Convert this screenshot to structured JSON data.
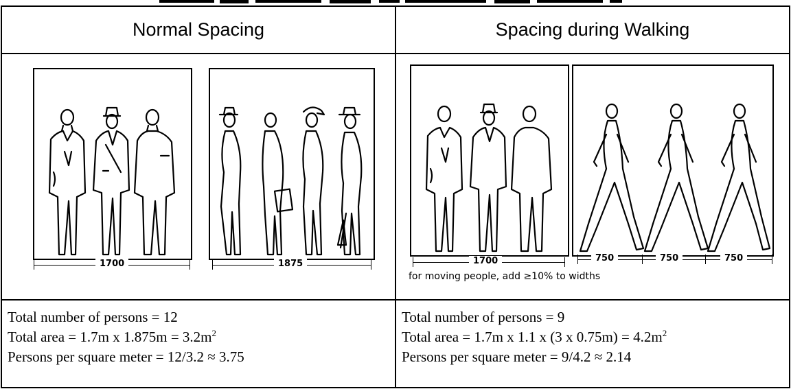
{
  "headers": {
    "left": "Normal Spacing",
    "right": "Spacing during Walking"
  },
  "dimensions": {
    "left_panel_1": "1700",
    "left_panel_2": "1875",
    "right_panel_1": "1700",
    "right_walk_1": "750",
    "right_walk_2": "750",
    "right_walk_3": "750"
  },
  "note": "for moving people, add ≥10% to widths",
  "left_text": {
    "line1": "Total number of persons = 12",
    "line2_pre": "Total area = 1.7m x 1.875m = 3.2m",
    "line2_sup": "2",
    "line3": "Persons per square meter = 12/3.2 ≈ 3.75"
  },
  "right_text": {
    "line1": "Total number of persons = 9",
    "line2_pre": "Total area = 1.7m x 1.1 x (3 x 0.75m) = 4.2m",
    "line2_sup": "2",
    "line3": "Persons per square meter = 9/4.2 ≈ 2.14"
  }
}
